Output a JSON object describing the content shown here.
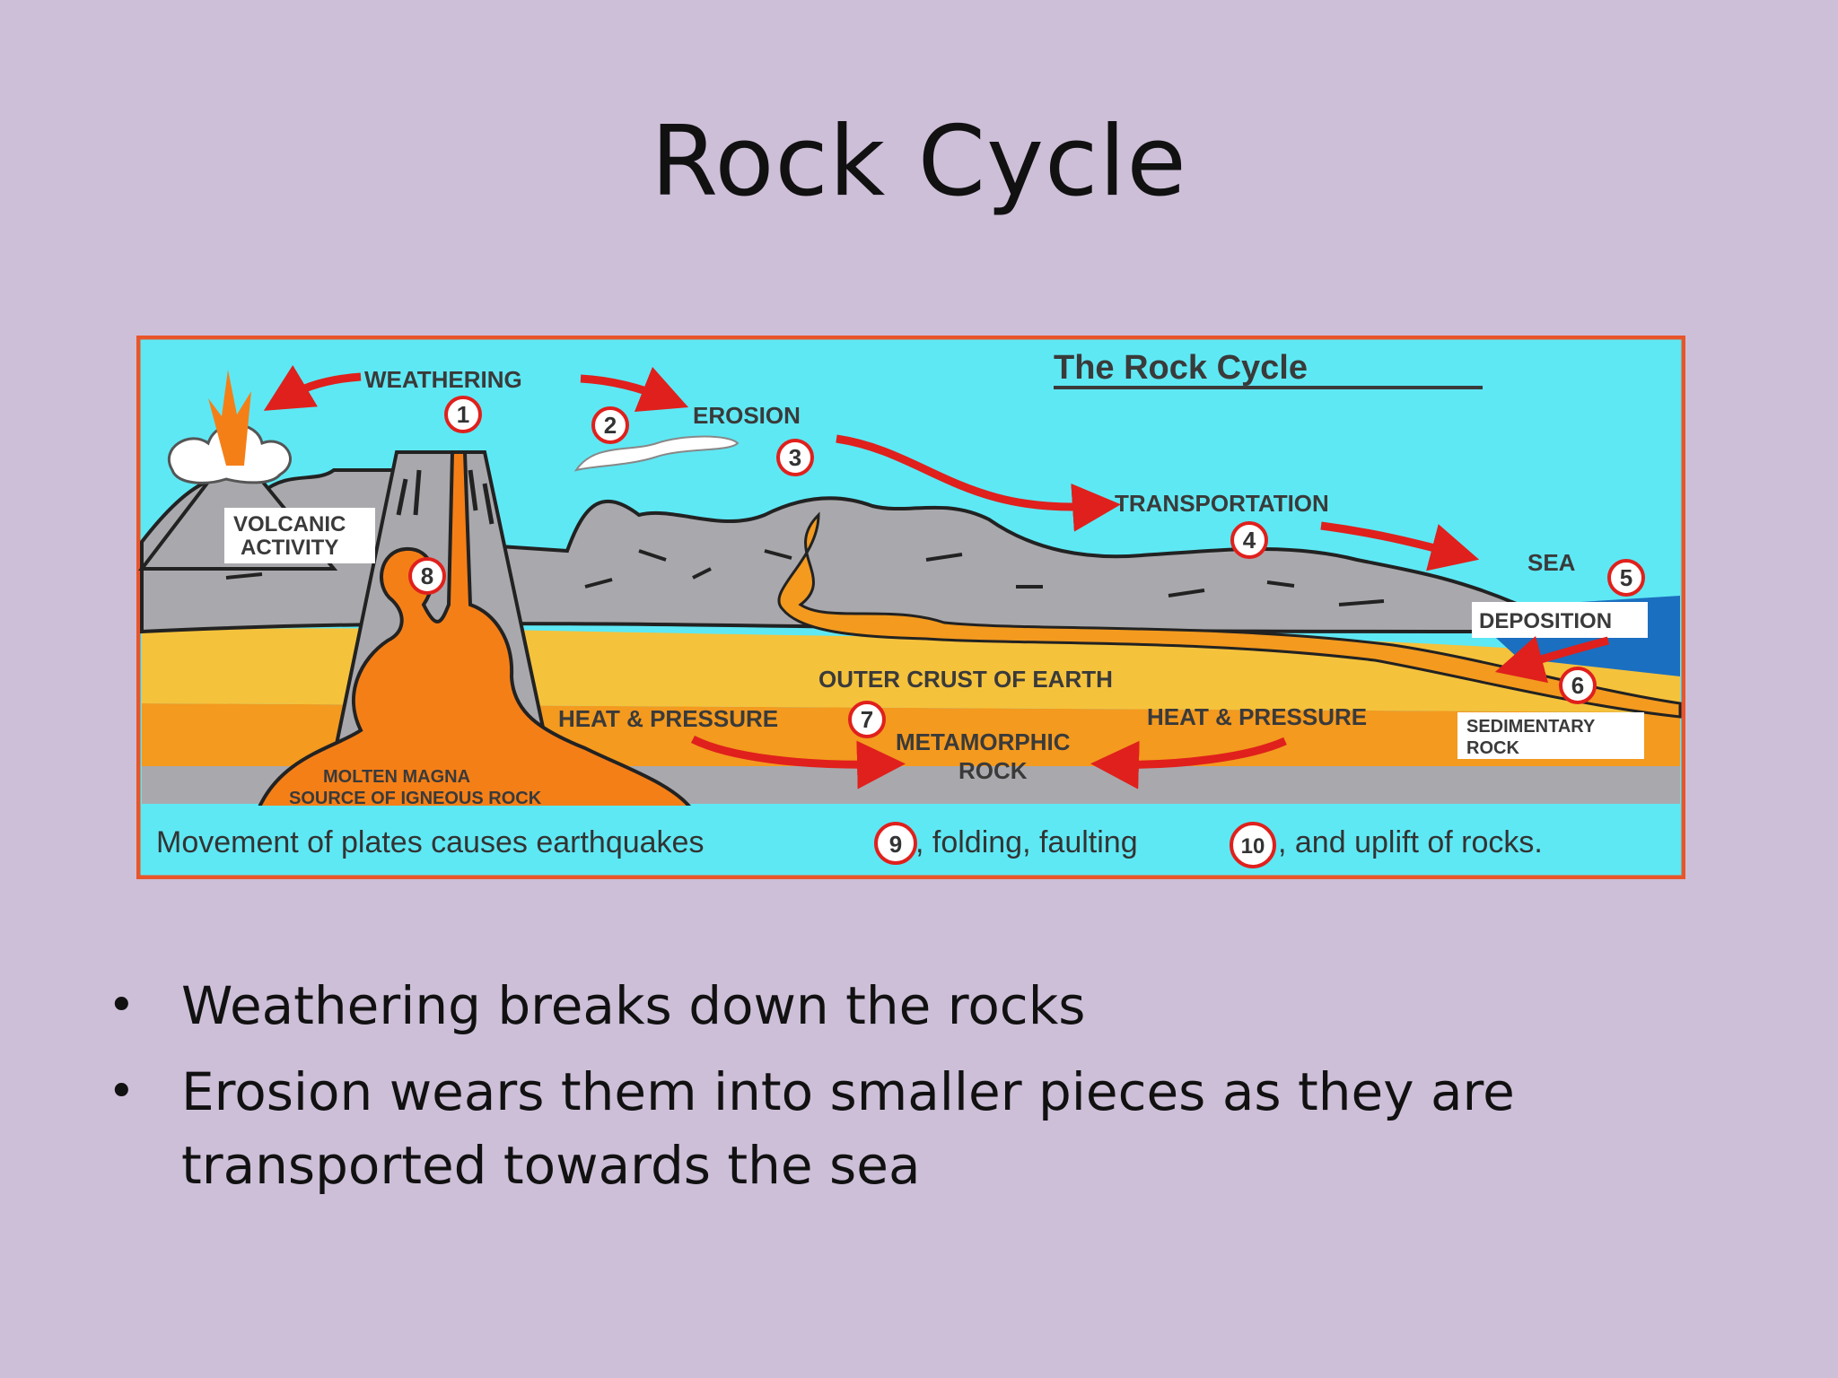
{
  "slide": {
    "title": "Rock Cycle",
    "bullets": [
      "Weathering breaks down the rocks",
      "Erosion wears them into smaller pieces as they are transported towards the sea"
    ]
  },
  "diagram": {
    "title": "The Rock Cycle",
    "labels": {
      "weathering": "WEATHERING",
      "erosion": "EROSION",
      "transportation": "TRANSPORTATION",
      "sea": "SEA",
      "deposition": "DEPOSITION",
      "volcanic_1": "VOLCANIC",
      "volcanic_2": "ACTIVITY",
      "outer_crust": "OUTER CRUST OF EARTH",
      "heat_pressure_left": "HEAT & PRESSURE",
      "heat_pressure_right": "HEAT & PRESSURE",
      "metamorphic_1": "METAMORPHIC",
      "metamorphic_2": "ROCK",
      "sedimentary_1": "SEDIMENTARY",
      "sedimentary_2": "ROCK",
      "magma_1": "MOLTEN MAGNA",
      "magma_2": "SOURCE OF IGNEOUS ROCK"
    },
    "steps": [
      "1",
      "2",
      "3",
      "4",
      "5",
      "6",
      "7",
      "8",
      "9",
      "10"
    ],
    "footer": {
      "part1": "Movement of plates causes earthquakes",
      "part2": ", folding, faulting",
      "part3": ",  and uplift of rocks."
    },
    "colors": {
      "sky": "#5ee8f4",
      "border": "#e8552a",
      "rock": "#a9a9ad",
      "crust_light": "#f5c23c",
      "crust_dark": "#f39a1f",
      "magma": "#f57f17",
      "arrow": "#e0201c"
    }
  }
}
